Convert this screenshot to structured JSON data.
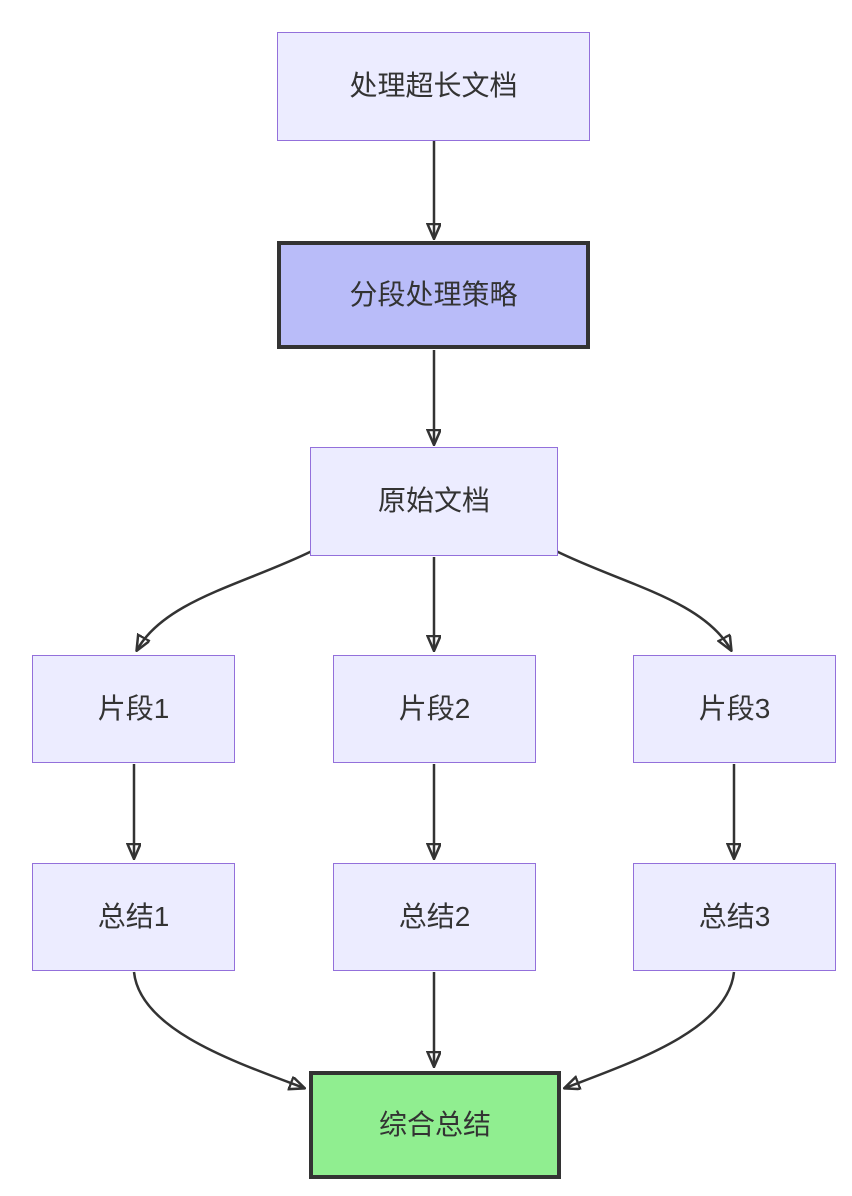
{
  "diagram": {
    "type": "flowchart",
    "direction": "top-down",
    "nodes": {
      "process_long_doc": {
        "label": "处理超长文档",
        "style": "default"
      },
      "segment_strategy": {
        "label": "分段处理策略",
        "style": "highlight"
      },
      "original_doc": {
        "label": "原始文档",
        "style": "default"
      },
      "fragment1": {
        "label": "片段1",
        "style": "default"
      },
      "fragment2": {
        "label": "片段2",
        "style": "default"
      },
      "fragment3": {
        "label": "片段3",
        "style": "default"
      },
      "summary1": {
        "label": "总结1",
        "style": "default"
      },
      "summary2": {
        "label": "总结2",
        "style": "default"
      },
      "summary3": {
        "label": "总结3",
        "style": "default"
      },
      "final_summary": {
        "label": "综合总结",
        "style": "success"
      }
    },
    "edges": [
      {
        "from": "process_long_doc",
        "to": "segment_strategy"
      },
      {
        "from": "segment_strategy",
        "to": "original_doc"
      },
      {
        "from": "original_doc",
        "to": "fragment1"
      },
      {
        "from": "original_doc",
        "to": "fragment2"
      },
      {
        "from": "original_doc",
        "to": "fragment3"
      },
      {
        "from": "fragment1",
        "to": "summary1"
      },
      {
        "from": "fragment2",
        "to": "summary2"
      },
      {
        "from": "fragment3",
        "to": "summary3"
      },
      {
        "from": "summary1",
        "to": "final_summary"
      },
      {
        "from": "summary2",
        "to": "final_summary"
      },
      {
        "from": "summary3",
        "to": "final_summary"
      }
    ],
    "colors": {
      "background": "#FFFFFF",
      "node_fill": "#ECECFF",
      "node_border": "#9370DB",
      "highlight_fill": "#B9BCF9",
      "highlight_border": "#333333",
      "success_fill": "#90EE90",
      "success_border": "#333333",
      "edge": "#333333",
      "text": "#333333"
    }
  }
}
